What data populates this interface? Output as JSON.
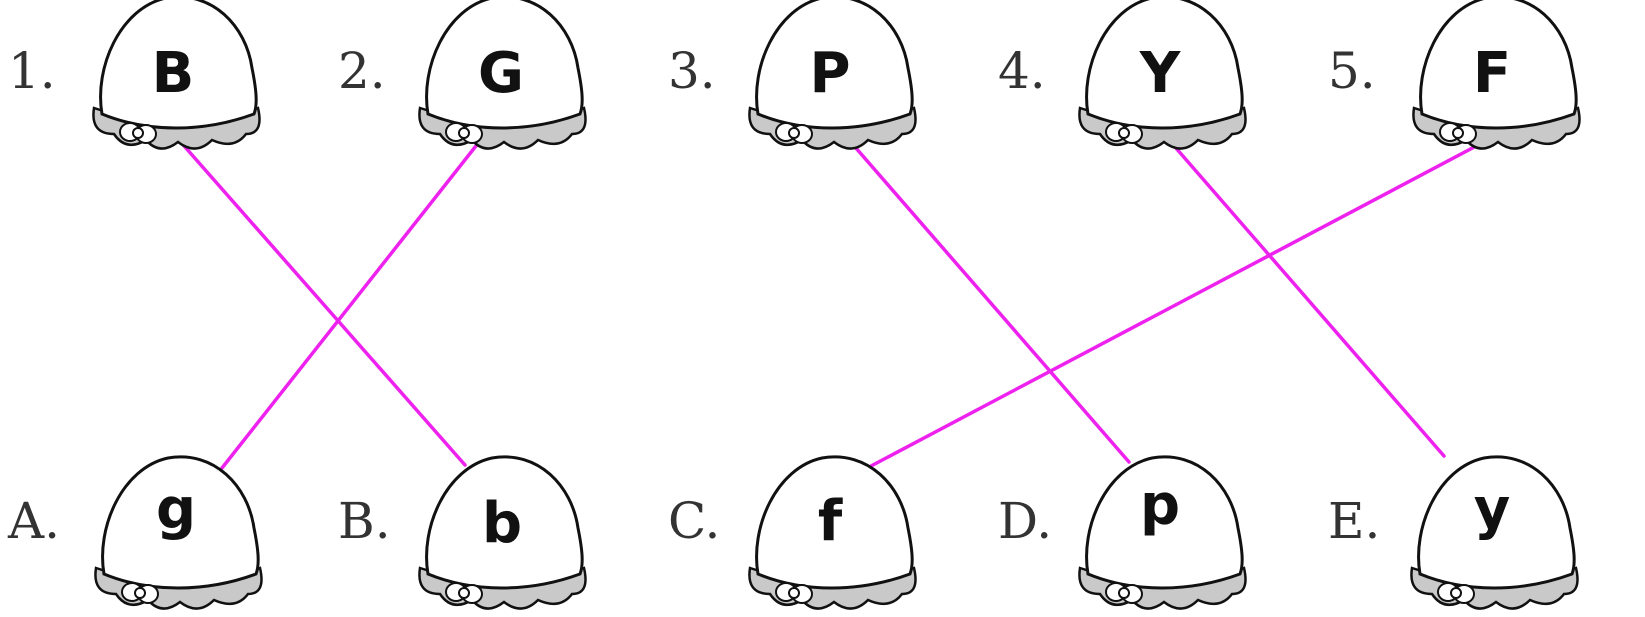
{
  "top_row": [
    {
      "label": "1.",
      "letter": "B"
    },
    {
      "label": "2.",
      "letter": "G"
    },
    {
      "label": "3.",
      "letter": "P"
    },
    {
      "label": "4.",
      "letter": "Y"
    },
    {
      "label": "5.",
      "letter": "F"
    }
  ],
  "bottom_row": [
    {
      "label": "A.",
      "letter": "g"
    },
    {
      "label": "B.",
      "letter": "b"
    },
    {
      "label": "C.",
      "letter": "f"
    },
    {
      "label": "D.",
      "letter": "p"
    },
    {
      "label": "E.",
      "letter": "y"
    }
  ],
  "matches": [
    {
      "from": "1.",
      "to": "B."
    },
    {
      "from": "2.",
      "to": "A."
    },
    {
      "from": "3.",
      "to": "D."
    },
    {
      "from": "4.",
      "to": "E."
    },
    {
      "from": "5.",
      "to": "C."
    }
  ],
  "colors": {
    "match_line": "#ee22ee",
    "shell_skirt": "#c9c9c9"
  },
  "icons": {
    "cap": "snow-cap-icon"
  }
}
